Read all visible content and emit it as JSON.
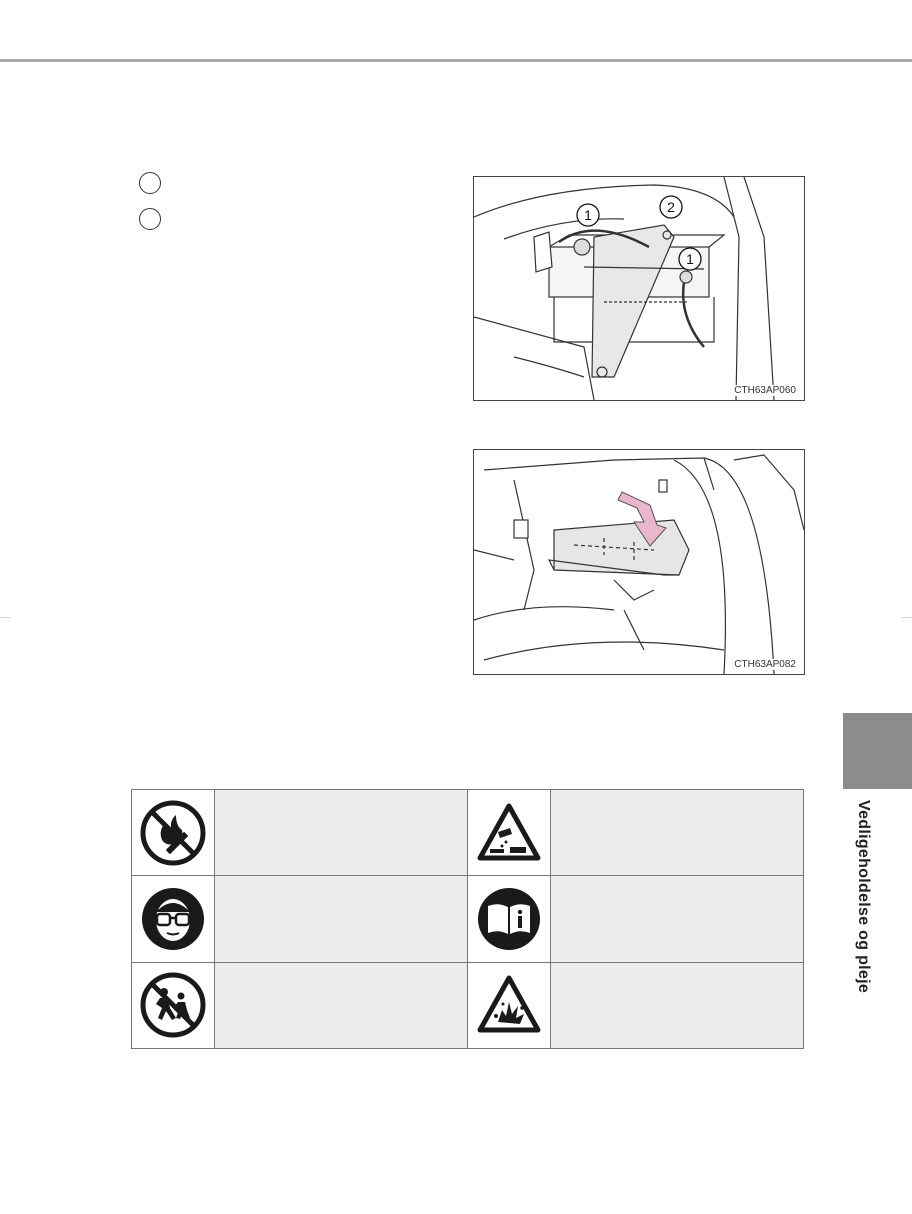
{
  "steps": {
    "marker_1": "",
    "marker_2": ""
  },
  "figures": [
    {
      "code": "CTH63AP060",
      "callouts": [
        "1",
        "2",
        "1"
      ]
    },
    {
      "code": "CTH63AP082"
    }
  ],
  "warning_icons": [
    "no-fire-smoking-icon",
    "corrosive-acid-warning-icon",
    "eye-protection-icon",
    "read-manual-icon",
    "keep-children-away-icon",
    "explosive-gas-warning-icon"
  ],
  "side_tab": {
    "title": "Vedligeholdelse og pleje",
    "color": "#8c8c8c"
  },
  "colors": {
    "arrow": "#e9b6cc",
    "table_text_bg": "#ececec"
  }
}
